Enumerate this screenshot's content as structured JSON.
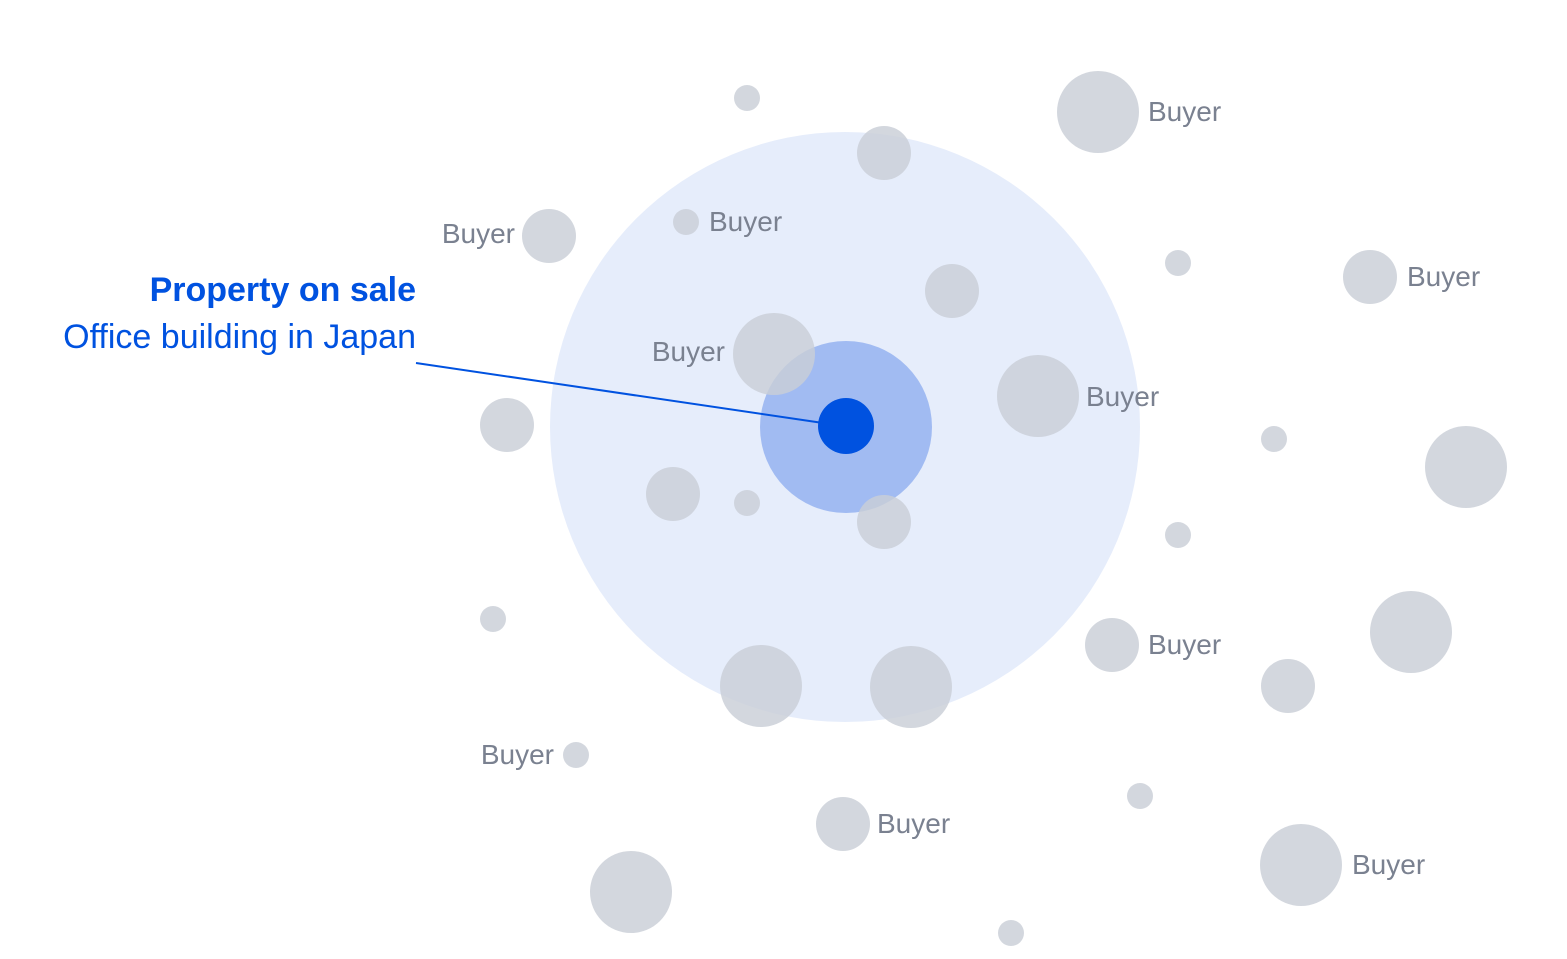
{
  "property": {
    "title": "Property on sale",
    "subtitle": "Office building in Japan"
  },
  "buyer_label": "Buyer",
  "colors": {
    "accent": "#0052e0",
    "zone_outer": "#e6edfb",
    "zone_inner": "#a1bbf2",
    "bubble": "#c9ced7",
    "label": "#7a8190"
  },
  "icons": {
    "property": "filled-circle",
    "buyer": "gray-bubble"
  }
}
